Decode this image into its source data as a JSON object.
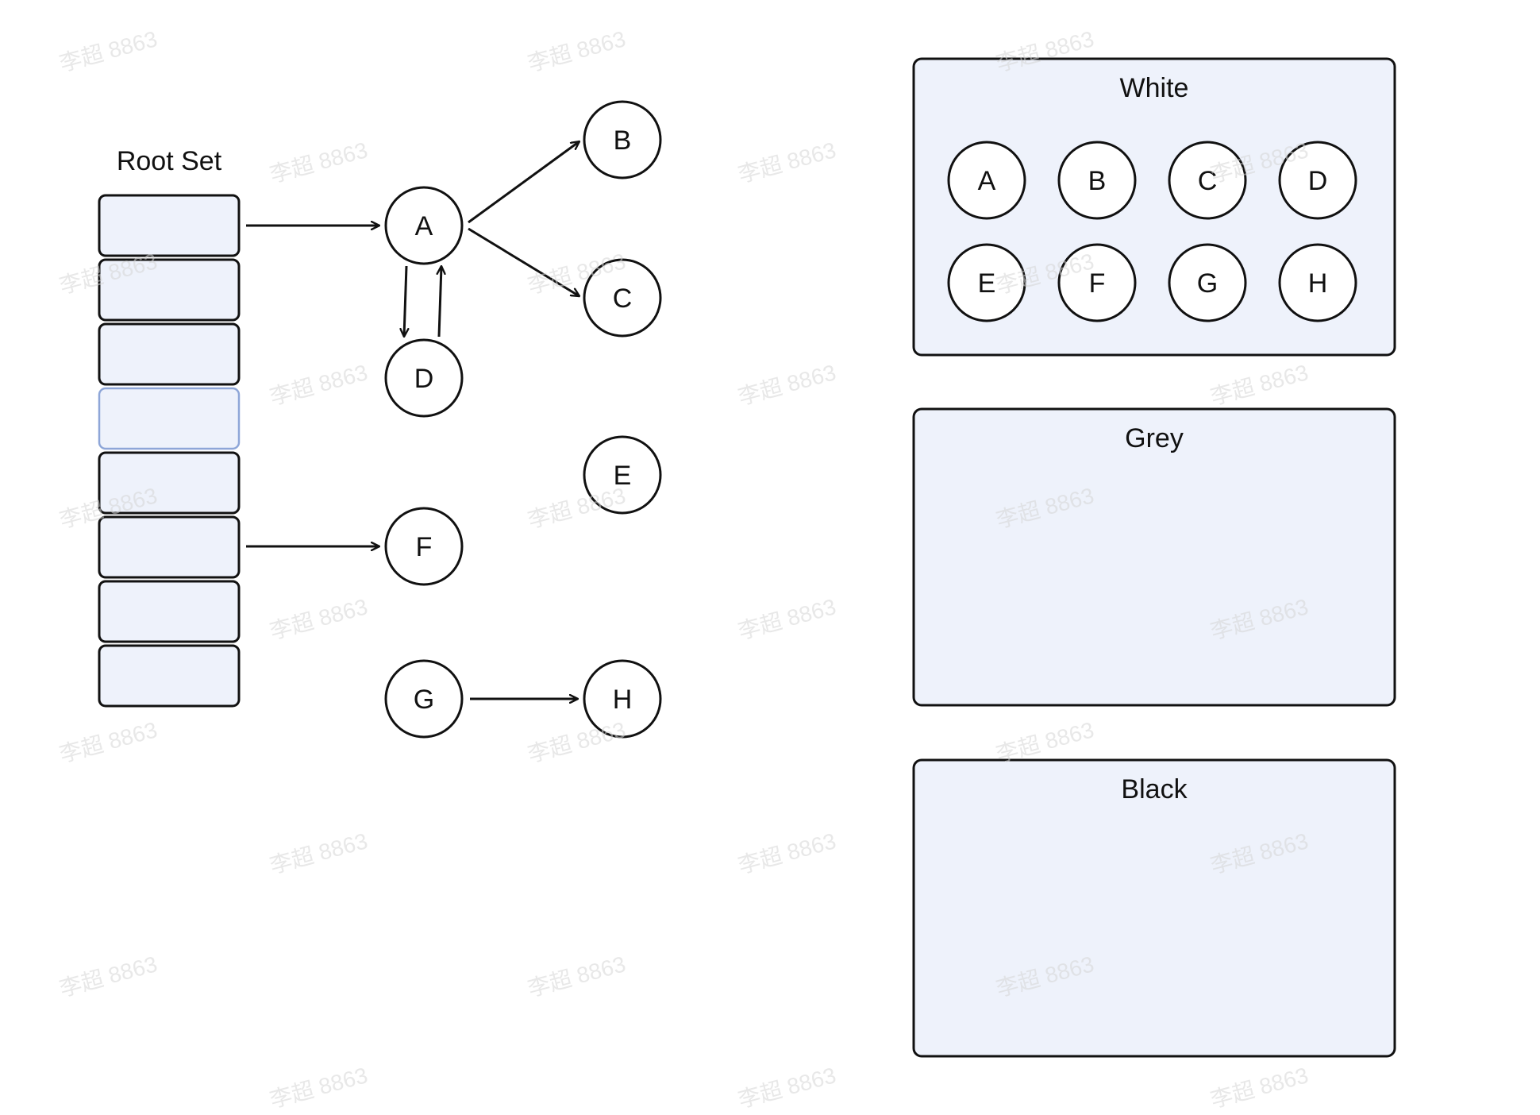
{
  "colors": {
    "stroke": "#111111",
    "fill": "#eef2fb",
    "highlight_stroke": "#8ea6d8",
    "background": "#ffffff"
  },
  "root_set": {
    "label": "Root Set",
    "highlighted_slot": 4
  },
  "graph": {
    "nodes": [
      "A",
      "B",
      "C",
      "D",
      "E",
      "F",
      "G",
      "H"
    ]
  },
  "sets": [
    {
      "title": "White",
      "members": [
        "A",
        "B",
        "C",
        "D",
        "E",
        "F",
        "G",
        "H"
      ]
    },
    {
      "title": "Grey",
      "members": []
    },
    {
      "title": "Black",
      "members": []
    }
  ],
  "watermark": {
    "text": "李超 8863"
  }
}
